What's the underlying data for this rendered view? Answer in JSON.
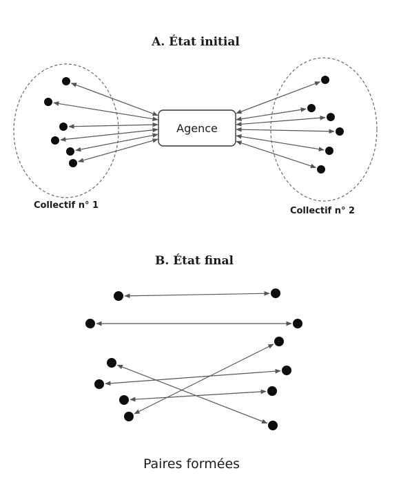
{
  "section_a": {
    "title": "A. État initial",
    "hub_label": "Agence",
    "group1_label": "Collectif n° 1",
    "group2_label": "Collectif n° 2"
  },
  "section_b": {
    "title": "B. État final",
    "footer": "Paires formées"
  }
}
